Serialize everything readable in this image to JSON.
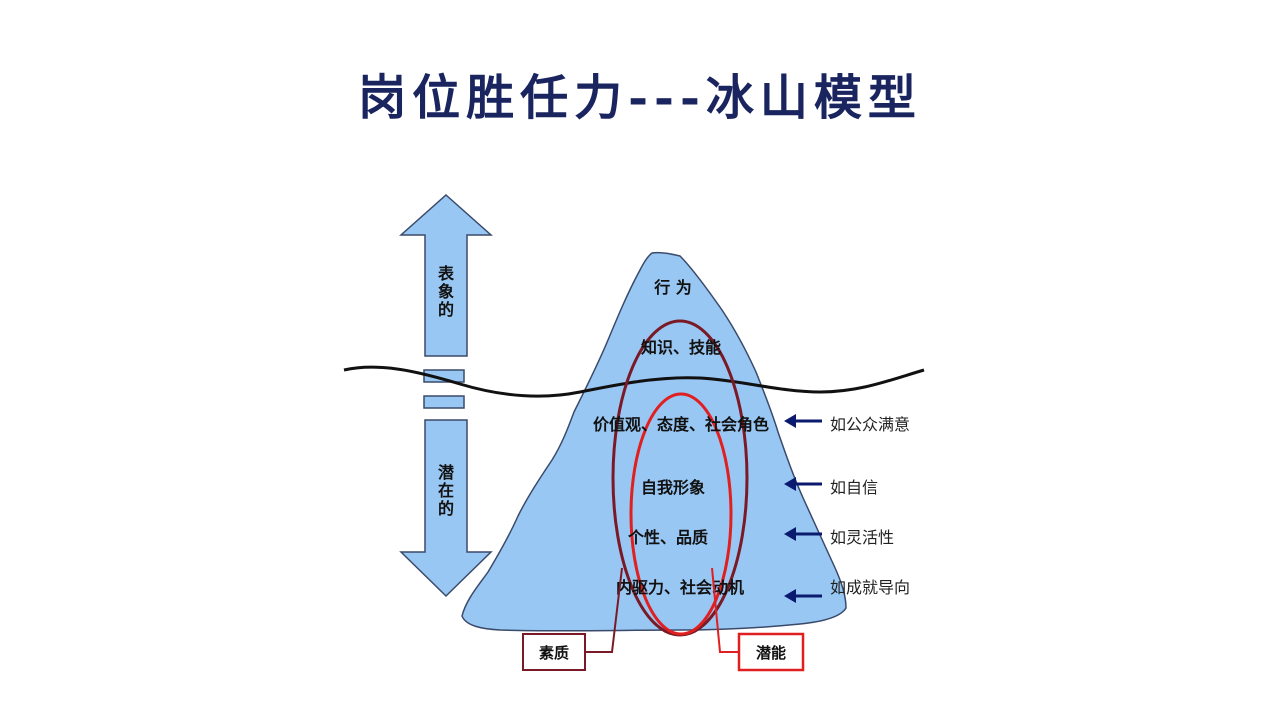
{
  "title": "岗位胜任力---冰山模型",
  "upper_arrow_label": [
    "表",
    "象",
    "的"
  ],
  "lower_arrow_label": [
    "潜",
    "在",
    "的"
  ],
  "layers": [
    {
      "label": "行 为"
    },
    {
      "label": "知识、技能"
    },
    {
      "label": "价值观、态度、社会角色",
      "example": "如公众满意"
    },
    {
      "label": "自我形象",
      "example": "如自信"
    },
    {
      "label": "个性、品质",
      "example": "如灵活性"
    },
    {
      "label": "内驱力、社会动机",
      "example": "如成就导向"
    }
  ],
  "boxes": {
    "suzhi": "素质",
    "qianneng": "潜能"
  },
  "colors": {
    "title": "#1a2560",
    "iceberg": "#99c7f3",
    "outline": "#3a4a6a",
    "dark_ellipse": "#7a1a26",
    "red_ellipse": "#e02020",
    "arrow": "#0a1a6e"
  }
}
